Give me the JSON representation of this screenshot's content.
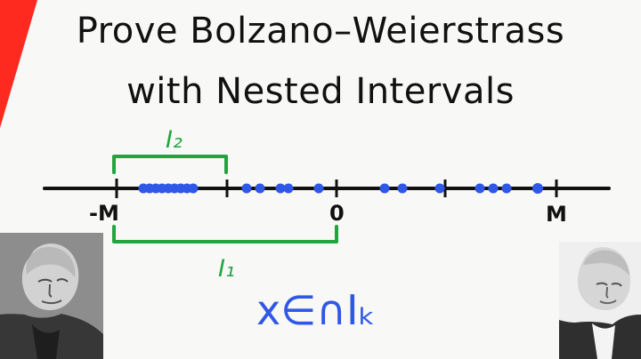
{
  "title": {
    "line1": "Prove Bolzano–Weierstrass",
    "line2": "with Nested Intervals"
  },
  "number_line": {
    "left_label": "-M",
    "middle_label": "0",
    "right_label": "M"
  },
  "intervals": {
    "upper_label": "I₂",
    "lower_label": "I₁"
  },
  "formula": "x∈∩Iₖ",
  "colors": {
    "accent": "#ff2a1f",
    "ink": "#111111",
    "green": "#1fa640",
    "blue": "#2f58e6"
  }
}
